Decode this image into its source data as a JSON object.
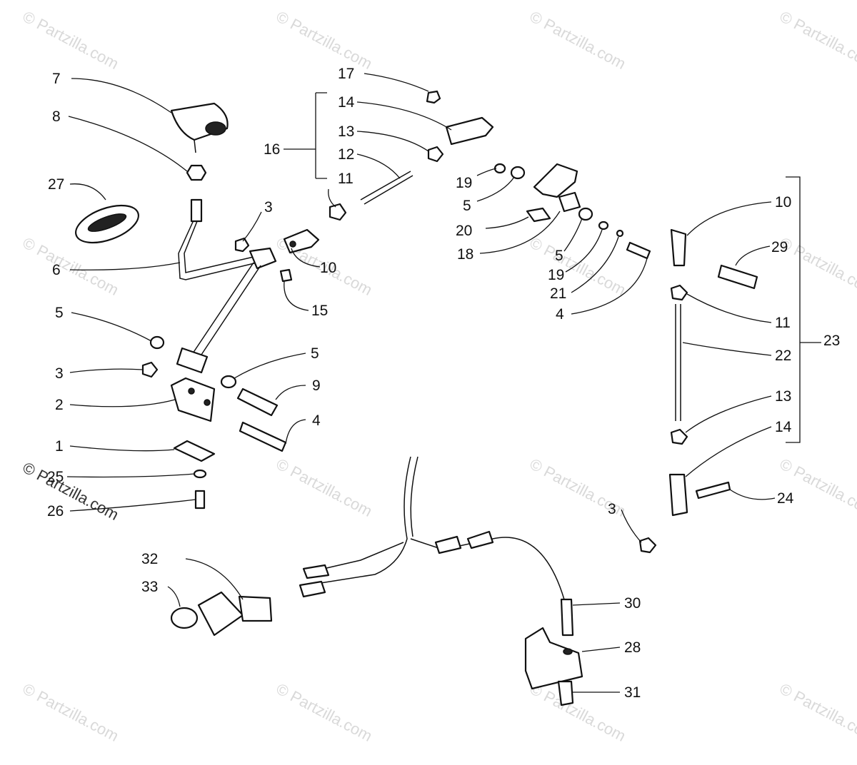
{
  "watermark": "© Partzilla.com",
  "callouts": [
    {
      "id": "c7",
      "text": "7"
    },
    {
      "id": "c8",
      "text": "8"
    },
    {
      "id": "c27",
      "text": "27"
    },
    {
      "id": "c6",
      "text": "6"
    },
    {
      "id": "c3a",
      "text": "3"
    },
    {
      "id": "c10a",
      "text": "10"
    },
    {
      "id": "c15",
      "text": "15"
    },
    {
      "id": "c5a",
      "text": "5"
    },
    {
      "id": "c3b",
      "text": "3"
    },
    {
      "id": "c2",
      "text": "2"
    },
    {
      "id": "c1",
      "text": "1"
    },
    {
      "id": "c25",
      "text": "25"
    },
    {
      "id": "c26",
      "text": "26"
    },
    {
      "id": "c5b",
      "text": "5"
    },
    {
      "id": "c9",
      "text": "9"
    },
    {
      "id": "c4a",
      "text": "4"
    },
    {
      "id": "c17",
      "text": "17"
    },
    {
      "id": "c14a",
      "text": "14"
    },
    {
      "id": "c13a",
      "text": "13"
    },
    {
      "id": "c12",
      "text": "12"
    },
    {
      "id": "c16",
      "text": "16"
    },
    {
      "id": "c11a",
      "text": "11"
    },
    {
      "id": "c19a",
      "text": "19"
    },
    {
      "id": "c5c",
      "text": "5"
    },
    {
      "id": "c20",
      "text": "20"
    },
    {
      "id": "c18",
      "text": "18"
    },
    {
      "id": "c5d",
      "text": "5"
    },
    {
      "id": "c19b",
      "text": "19"
    },
    {
      "id": "c21",
      "text": "21"
    },
    {
      "id": "c4b",
      "text": "4"
    },
    {
      "id": "c10b",
      "text": "10"
    },
    {
      "id": "c29",
      "text": "29"
    },
    {
      "id": "c11b",
      "text": "11"
    },
    {
      "id": "c22",
      "text": "22"
    },
    {
      "id": "c23",
      "text": "23"
    },
    {
      "id": "c13b",
      "text": "13"
    },
    {
      "id": "c14b",
      "text": "14"
    },
    {
      "id": "c24",
      "text": "24"
    },
    {
      "id": "c3c",
      "text": "3"
    },
    {
      "id": "c32",
      "text": "32"
    },
    {
      "id": "c33",
      "text": "33"
    },
    {
      "id": "c30",
      "text": "30"
    },
    {
      "id": "c28",
      "text": "28"
    },
    {
      "id": "c31",
      "text": "31"
    }
  ]
}
